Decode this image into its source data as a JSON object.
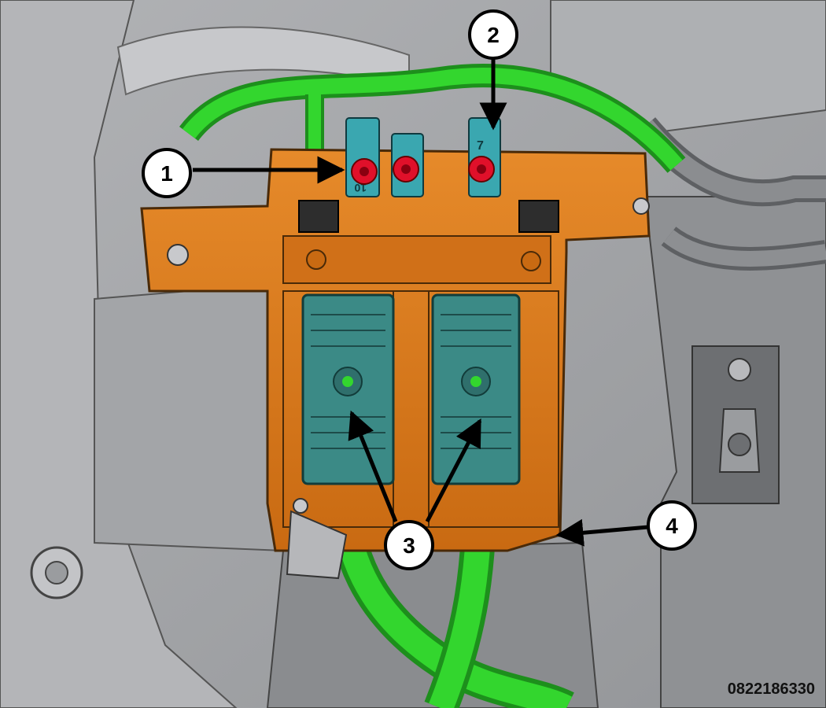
{
  "figure": {
    "reference_number": "0822186330",
    "callouts": [
      {
        "label": "1",
        "target": "battery terminal stud (left)"
      },
      {
        "label": "2",
        "target": "terminal 7"
      },
      {
        "label": "3",
        "target": "fuse box connectors"
      },
      {
        "label": "4",
        "target": "fuse box housing"
      }
    ],
    "terminal_labels": [
      "10",
      "7"
    ],
    "colors": {
      "fuse_box": "#d9781c",
      "connectors": "#3b8a86",
      "harness": "#33d62e",
      "terminal_caps": "#e0102a",
      "background_parts": "#a9aaad",
      "shadow_parts": "#7b7d80"
    }
  }
}
